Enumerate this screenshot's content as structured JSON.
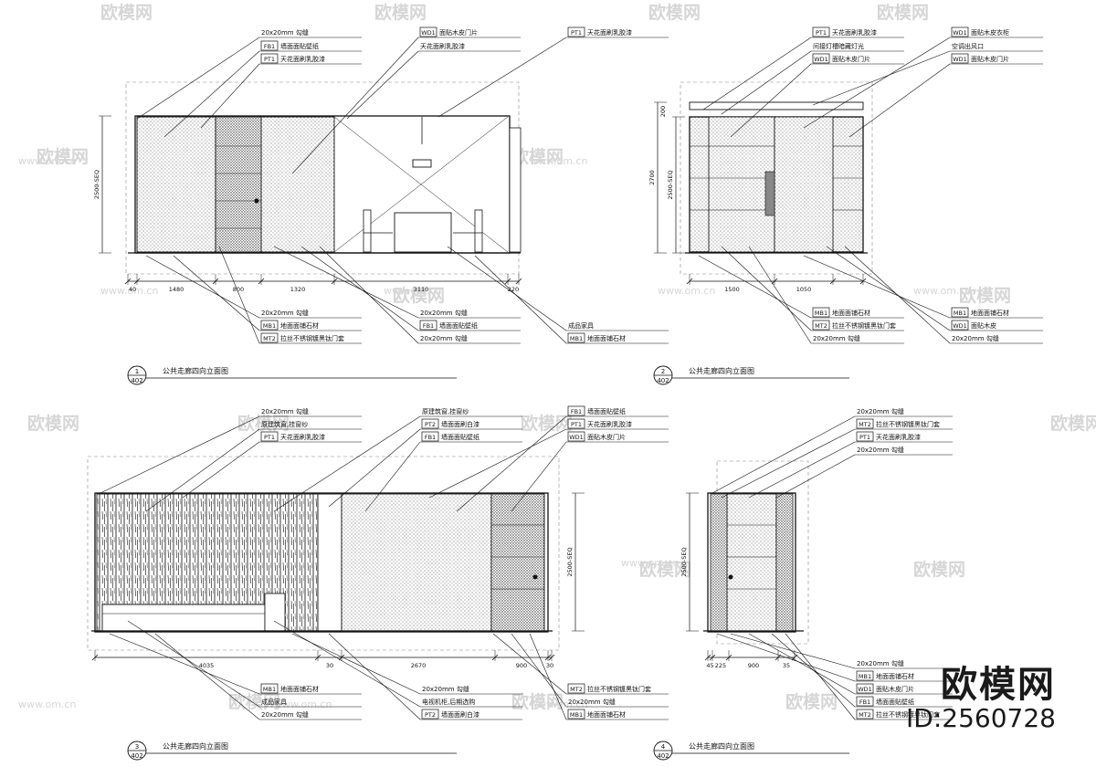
{
  "watermarks": {
    "logo": "欧模网",
    "url": "www.om.cn",
    "url_short": "om.cn"
  },
  "brand": {
    "name": "欧模网",
    "id": "ID:2560728"
  },
  "colors": {
    "line": "#111111",
    "hatch": "#555555",
    "watermark": "#d6d6d6"
  },
  "drawings": [
    {
      "key": "d1",
      "title": {
        "number": "1",
        "sheet": "402",
        "label": "公共走廊四向立面图"
      },
      "dims": {
        "height": "2500-SEQ",
        "bottom": [
          "40",
          "1480",
          "800",
          "1320",
          "3110",
          "220"
        ]
      },
      "tags_top": [
        {
          "code": "",
          "text": "20x20mm 勾缝"
        },
        {
          "code": "FB1",
          "text": "墙面面贴壁纸"
        },
        {
          "code": "PT1",
          "text": "天花面刷乳胶漆"
        },
        {
          "code": "WD1",
          "text": "面贴木皮门片"
        },
        {
          "code": "",
          "text": "天花面刷乳胶漆"
        },
        {
          "code": "PT1",
          "text": "天花面刷乳胶漆"
        }
      ],
      "tags_bottom": [
        {
          "code": "",
          "text": "20x20mm 勾缝"
        },
        {
          "code": "MB1",
          "text": "地面面铺石材"
        },
        {
          "code": "MT2",
          "text": "拉丝不锈钢镀黑钛门套"
        },
        {
          "code": "",
          "text": "20x20mm 勾缝"
        },
        {
          "code": "FB1",
          "text": "墙面面贴壁纸"
        },
        {
          "code": "",
          "text": "20x20mm 勾缝"
        },
        {
          "code": "",
          "text": "成品家具"
        },
        {
          "code": "MB1",
          "text": "地面面铺石材"
        }
      ]
    },
    {
      "key": "d2",
      "title": {
        "number": "2",
        "sheet": "402",
        "label": "公共走廊四向立面图"
      },
      "dims": {
        "height": "2500-SEQ",
        "total": "2700",
        "top": "200",
        "bottom": [
          "1500",
          "1050"
        ]
      },
      "tags_top": [
        {
          "code": "PT1",
          "text": "天花面刷乳胶漆"
        },
        {
          "code": "",
          "text": "间接灯槽暗藏灯光"
        },
        {
          "code": "WD1",
          "text": "面贴木皮门片"
        },
        {
          "code": "WD1",
          "text": "面贴木皮衣柜"
        },
        {
          "code": "",
          "text": "空调出风口"
        },
        {
          "code": "WD1",
          "text": "面贴木皮门片"
        }
      ],
      "tags_bottom": [
        {
          "code": "MB1",
          "text": "地面面铺石材"
        },
        {
          "code": "MT2",
          "text": "拉丝不锈钢镀黑钛门套"
        },
        {
          "code": "",
          "text": "20x20mm 勾缝"
        },
        {
          "code": "MB1",
          "text": "地面面铺石材"
        },
        {
          "code": "WD1",
          "text": "面贴木皮"
        },
        {
          "code": "",
          "text": "20x20mm 勾缝"
        }
      ]
    },
    {
      "key": "d3",
      "title": {
        "number": "3",
        "sheet": "402",
        "label": "公共走廊四向立面图"
      },
      "dims": {
        "height": "2500-SEQ",
        "bottom": [
          "4035",
          "30",
          "2670",
          "900",
          "30"
        ]
      },
      "tags_top": [
        {
          "code": "",
          "text": "20x20mm 勾缝"
        },
        {
          "code": "",
          "text": "原建筑窗,挂窗纱"
        },
        {
          "code": "PT1",
          "text": "天花面刷乳胶漆"
        },
        {
          "code": "",
          "text": "原建筑窗,挂窗纱"
        },
        {
          "code": "PT2",
          "text": "墙面面刷白漆"
        },
        {
          "code": "FB1",
          "text": "墙面面贴壁纸"
        },
        {
          "code": "FB1",
          "text": "墙面面贴壁纸"
        },
        {
          "code": "PT1",
          "text": "天花面刷乳胶漆"
        },
        {
          "code": "WD1",
          "text": "面贴木皮门片"
        }
      ],
      "tags_bottom": [
        {
          "code": "MB1",
          "text": "地面面铺石材"
        },
        {
          "code": "",
          "text": "成品家具"
        },
        {
          "code": "",
          "text": "20x20mm 勾缝"
        },
        {
          "code": "",
          "text": "20x20mm 勾缝"
        },
        {
          "code": "",
          "text": "电视机柜,后期选购"
        },
        {
          "code": "PT2",
          "text": "墙面面刷白漆"
        },
        {
          "code": "MT2",
          "text": "拉丝不锈钢镀黑钛门套"
        },
        {
          "code": "",
          "text": "20x20mm 勾缝"
        },
        {
          "code": "MB1",
          "text": "地面面铺石材"
        }
      ]
    },
    {
      "key": "d4",
      "title": {
        "number": "4",
        "sheet": "402",
        "label": "公共走廊四向立面图"
      },
      "dims": {
        "height": "2500-SEQ",
        "bottom": [
          "45",
          "225",
          "900",
          "35"
        ]
      },
      "tags_top": [
        {
          "code": "",
          "text": "20x20mm 勾缝"
        },
        {
          "code": "MT2",
          "text": "拉丝不锈钢镀黑钛门套"
        },
        {
          "code": "PT1",
          "text": "天花面刷乳胶漆"
        },
        {
          "code": "",
          "text": "20x20mm 勾缝"
        }
      ],
      "tags_bottom": [
        {
          "code": "",
          "text": "20x20mm 勾缝"
        },
        {
          "code": "MB1",
          "text": "地面面铺石材"
        },
        {
          "code": "WD1",
          "text": "面贴木皮门片"
        },
        {
          "code": "FB1",
          "text": "墙面面贴壁纸"
        },
        {
          "code": "MT2",
          "text": "拉丝不锈钢镀黑钛门套"
        }
      ]
    }
  ]
}
